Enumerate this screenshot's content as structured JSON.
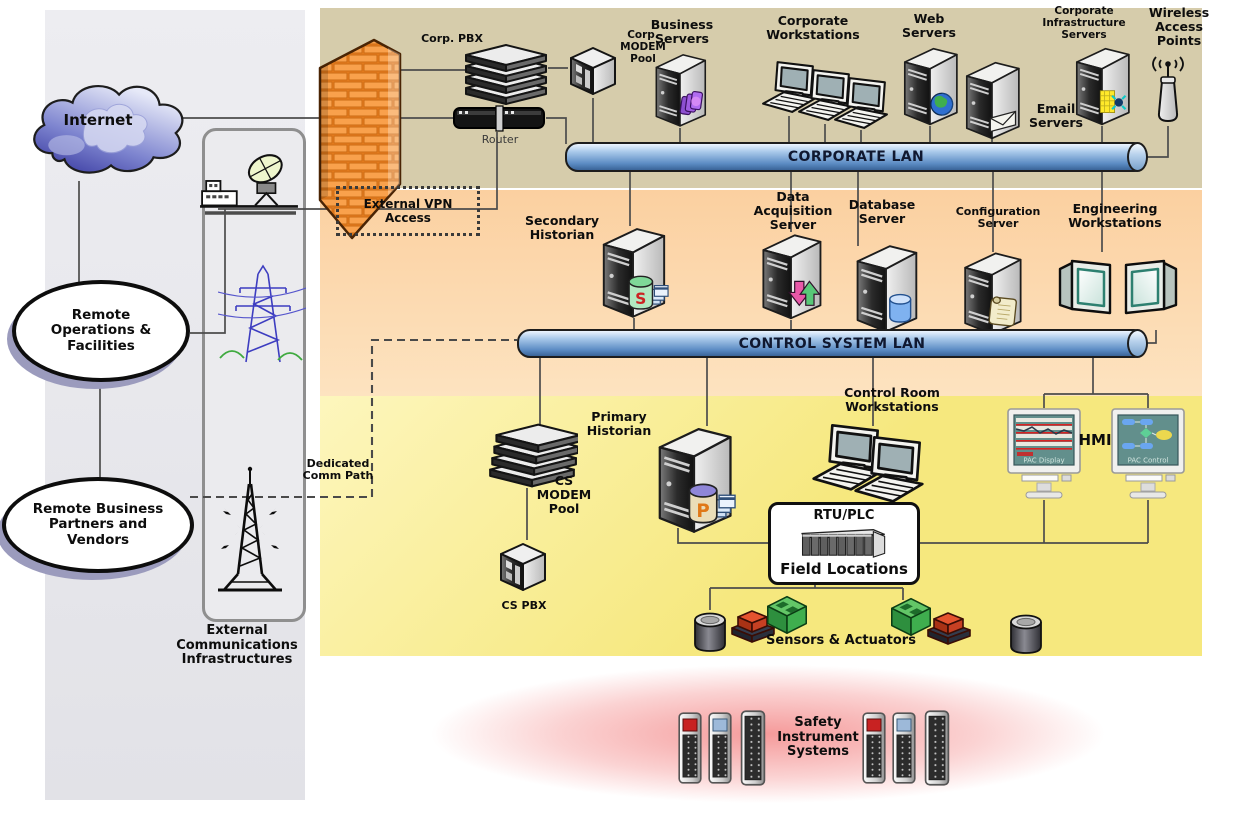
{
  "external": {
    "internet_label": "Internet",
    "remote_operations_label": "Remote\nOperations &\nFacilities",
    "remote_partners_label": "Remote Business\nPartners and\nVendors",
    "infrastructure_label": "External\nCommunications\nInfrastructures",
    "dedicated_comm_label": "Dedicated\nComm Path",
    "external_vpn_label": "External VPN\nAccess"
  },
  "corporate_zone": {
    "lan_label": "CORPORATE LAN",
    "corp_pbx_label": "Corp. PBX",
    "router_label": "Router",
    "corp_modem_pool_label": "Corp.\nMODEM\nPool",
    "business_servers_label": "Business\nServers",
    "corporate_workstations_label": "Corporate\nWorkstations",
    "web_servers_label": "Web\nServers",
    "email_servers_label": "Email\nServers",
    "infrastructure_servers_label": "Corporate\nInfrastructure\nServers",
    "wireless_ap_label": "Wireless\nAccess\nPoints"
  },
  "control_zone": {
    "lan_label": "CONTROL SYSTEM LAN",
    "secondary_historian_label": "Secondary\nHistorian",
    "secondary_historian_badge": "S",
    "data_acquisition_label": "Data\nAcquisition\nServer",
    "database_server_label": "Database\nServer",
    "configuration_server_label": "Configuration\nServer",
    "engineering_workstations_label": "Engineering\nWorkstations"
  },
  "field_zone": {
    "cs_modem_pool_label": "CS\nMODEM\nPool",
    "cs_pbx_label": "CS PBX",
    "primary_historian_label": "Primary\nHistorian",
    "primary_historian_badge": "P",
    "control_room_label": "Control Room\nWorkstations",
    "hmi_label": "HMI",
    "pac_display_label": "PAC Display",
    "pac_control_label": "PAC Control",
    "rtu_plc_label": "RTU/PLC",
    "field_locations_label": "Field Locations",
    "sensors_label": "Sensors & Actuators"
  },
  "safety_zone": {
    "label": "Safety\nInstrument\nSystems"
  },
  "colors": {
    "corporate_zone_bg": "#d6ccab",
    "control_zone_bg": "#fcd6aa",
    "field_zone_bg": "#f7ea86",
    "lan_pipe": "#6f9fd0",
    "firewall_orange": "#ef8828",
    "safety_glow": "#ef4444",
    "left_panel_bg": "#e8e8ec"
  },
  "icons": {
    "internet-cloud-icon": "blue gradient cloud",
    "firewall-icon": "orange brick wall",
    "pbx-stack-icon": "stacked chassis slabs",
    "router-icon": "black rack router bar",
    "modem-cube-icon": "3d cube modem",
    "server-tower-icon": "3d tower server",
    "workstation-icon": "desktop computer with keyboard",
    "crt-monitor-icon": "crt monitor",
    "wireless-ap-icon": "antenna with radio waves",
    "satellite-station-icon": "ground station with dish",
    "power-tower-icon": "blue transmission tower",
    "radio-tower-icon": "black radio mast with lightning bolts",
    "rtu-rack-icon": "plc module rack",
    "drum-icon": "dark storage drum",
    "sensor-block-icon": "green terminal block",
    "actuator-icon": "red actuator on base",
    "safety-module-icon": "vertical instrument module",
    "hmi-monitor-icon": "lcd monitor with process screen"
  }
}
